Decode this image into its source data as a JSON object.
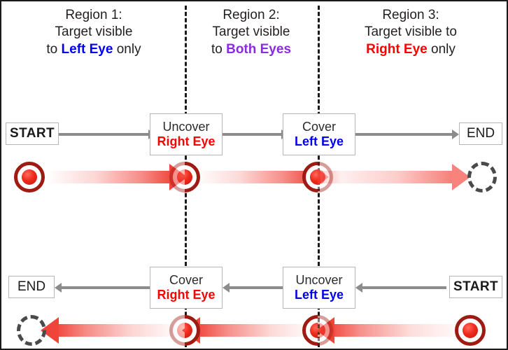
{
  "diagram": {
    "title": "Cover / Uncover eye test target visibility diagram",
    "colors": {
      "left_eye": "#0000ee",
      "right_eye": "#fe0000",
      "both_eyes": "#8a2be2",
      "target_red": "#ef2a1c",
      "target_ring": "#9e1b14",
      "motion_arrow": "#f0433a",
      "connector_gray": "#8c8c8c",
      "border": "#1a1a1a"
    },
    "regions": [
      {
        "name": "region-1",
        "line1": "Region 1:",
        "line2": "Target visible",
        "line3_pre": "to ",
        "line3_em": "Left Eye",
        "line3_post": " only",
        "emphasis_color": "#0000ee"
      },
      {
        "name": "region-2",
        "line1": "Region 2:",
        "line2": "Target visible",
        "line3_pre": "to ",
        "line3_em": "Both Eyes",
        "line3_post": "",
        "emphasis_color": "#8a2be2"
      },
      {
        "name": "region-3",
        "line1": "Region 3:",
        "line2": "Target visible to",
        "line3_pre": "",
        "line3_em": "Right Eye",
        "line3_post": " only",
        "emphasis_color": "#fe0000"
      }
    ],
    "top_flow": {
      "start_label": "START",
      "end_label": "END",
      "steps": [
        {
          "action": "Uncover",
          "eye": "Right Eye",
          "eye_color": "#fe0000"
        },
        {
          "action": "Cover",
          "eye": "Left Eye",
          "eye_color": "#0000ee"
        }
      ],
      "direction": "left-to-right",
      "targets": [
        {
          "kind": "solid",
          "label": "target-solid-start"
        },
        {
          "kind": "half-faded-left",
          "label": "target-on-divider-1"
        },
        {
          "kind": "half-faded-right",
          "label": "target-on-divider-2"
        },
        {
          "kind": "ghost",
          "label": "target-ghost-end"
        }
      ]
    },
    "bottom_flow": {
      "start_label": "START",
      "end_label": "END",
      "steps": [
        {
          "action": "Cover",
          "eye": "Right Eye",
          "eye_color": "#fe0000"
        },
        {
          "action": "Uncover",
          "eye": "Left Eye",
          "eye_color": "#0000ee"
        }
      ],
      "direction": "right-to-left",
      "targets": [
        {
          "kind": "ghost",
          "label": "target-ghost-end"
        },
        {
          "kind": "half-faded-right",
          "label": "target-on-divider-1"
        },
        {
          "kind": "half-faded-left",
          "label": "target-on-divider-2"
        },
        {
          "kind": "solid",
          "label": "target-solid-start"
        }
      ]
    }
  }
}
